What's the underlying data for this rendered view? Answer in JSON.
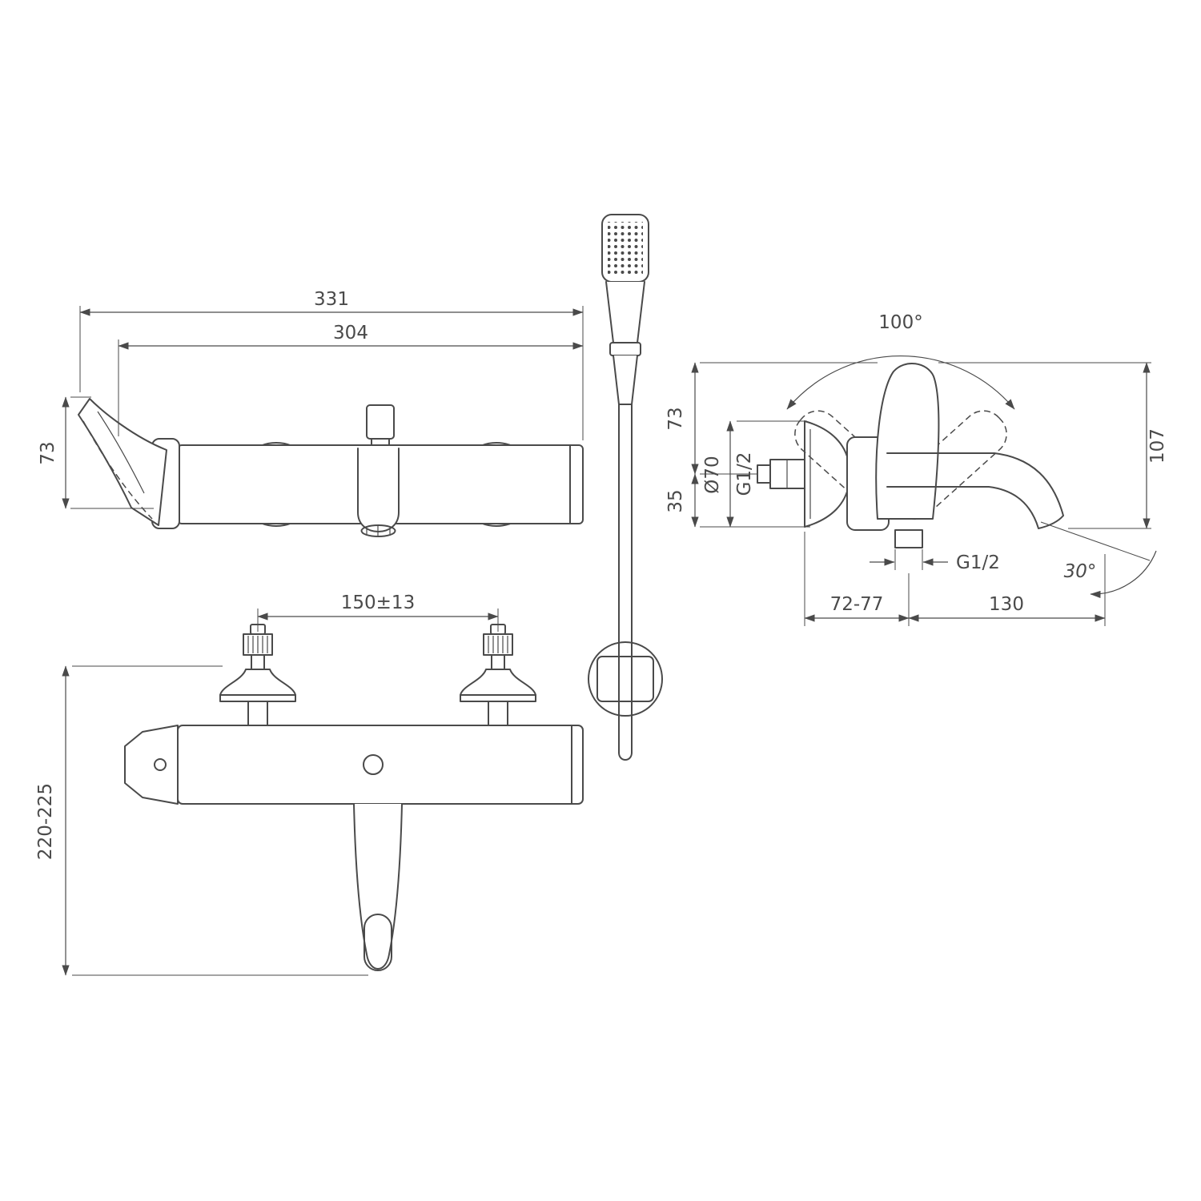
{
  "drawing": {
    "title": "bath-shower-mixer-dimension-drawing",
    "line_color": "#4a4a4a",
    "background_color": "#ffffff"
  },
  "dims": {
    "front": {
      "overall_width": "331",
      "body_width": "304",
      "handle_height": "73"
    },
    "plan": {
      "inlet_centers": "150±13",
      "overall_depth": "220-225"
    },
    "side": {
      "handle_swing_angle": "100°",
      "height_above_axis": "73",
      "height_below_axis": "35",
      "escutcheon_diameter": "Ø70",
      "inlet_thread": "G1/2",
      "outlet_thread": "G1/2",
      "wall_to_outlet": "72-77",
      "outlet_to_spout_tip": "130",
      "spout_height": "107",
      "spout_angle": "30°"
    }
  }
}
